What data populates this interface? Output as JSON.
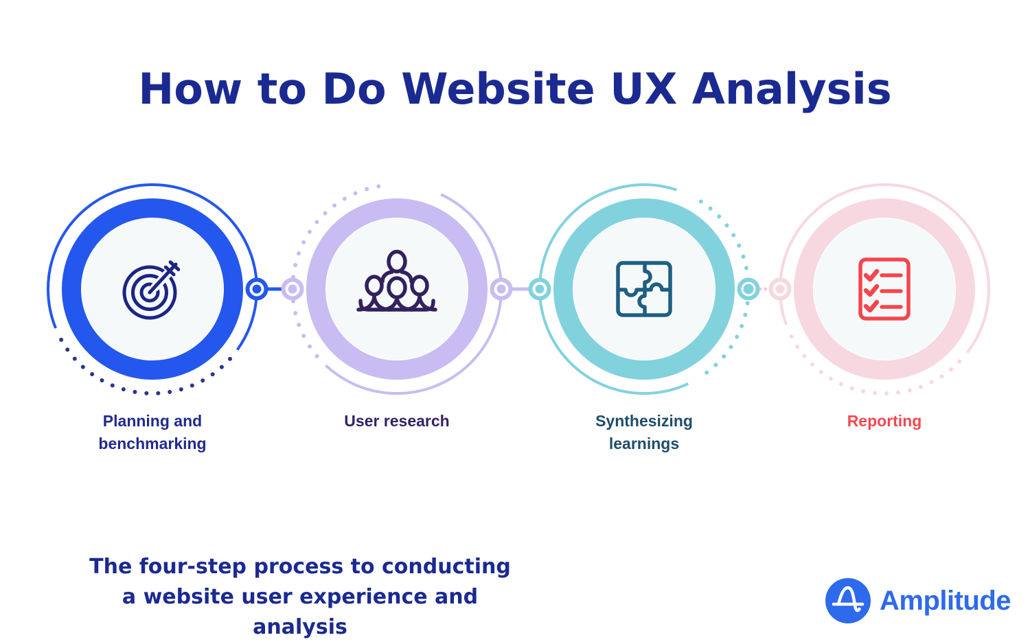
{
  "title": "How to Do Website UX Analysis",
  "steps": [
    {
      "label": "Planning and\nbenchmarking",
      "icon": "target-arrow-icon",
      "ring_color": "#2457ED",
      "icon_color": "#1B2583",
      "dots_color": "#2B348F",
      "label_color": "#212A8E"
    },
    {
      "label": "User research",
      "icon": "people-group-icon",
      "ring_color": "#C8BCF2",
      "icon_color": "#33215E",
      "dots_color": "#C8BCF2",
      "label_color": "#352165"
    },
    {
      "label": "Synthesizing\nlearnings",
      "icon": "puzzle-icon",
      "ring_color": "#82D2DE",
      "icon_color": "#1E5F82",
      "dots_color": "#82D2DE",
      "label_color": "#1D4D6B"
    },
    {
      "label": "Reporting",
      "icon": "checklist-icon",
      "ring_color": "#F7D8E0",
      "icon_color": "#F4454D",
      "dots_color": "#F7D8E0",
      "label_color": "#F4484F"
    }
  ],
  "connectors": [
    {
      "from": "step-1",
      "to": "step-2",
      "style": "solid",
      "color": "#2457ED"
    },
    {
      "from": "step-2",
      "to": "step-3",
      "style": "solid",
      "color": "#C8BCF2"
    },
    {
      "from": "step-3",
      "to": "step-4",
      "style": "dotted",
      "color": "#F5C3CF"
    }
  ],
  "caption": "The four-step process to conducting\na website user experience and analysis",
  "logo": {
    "text": "Amplitude",
    "brand_color": "#2D6AEC",
    "icon": "amplitude-wave-icon"
  },
  "inner_circle_fill": "#F6F9FA"
}
